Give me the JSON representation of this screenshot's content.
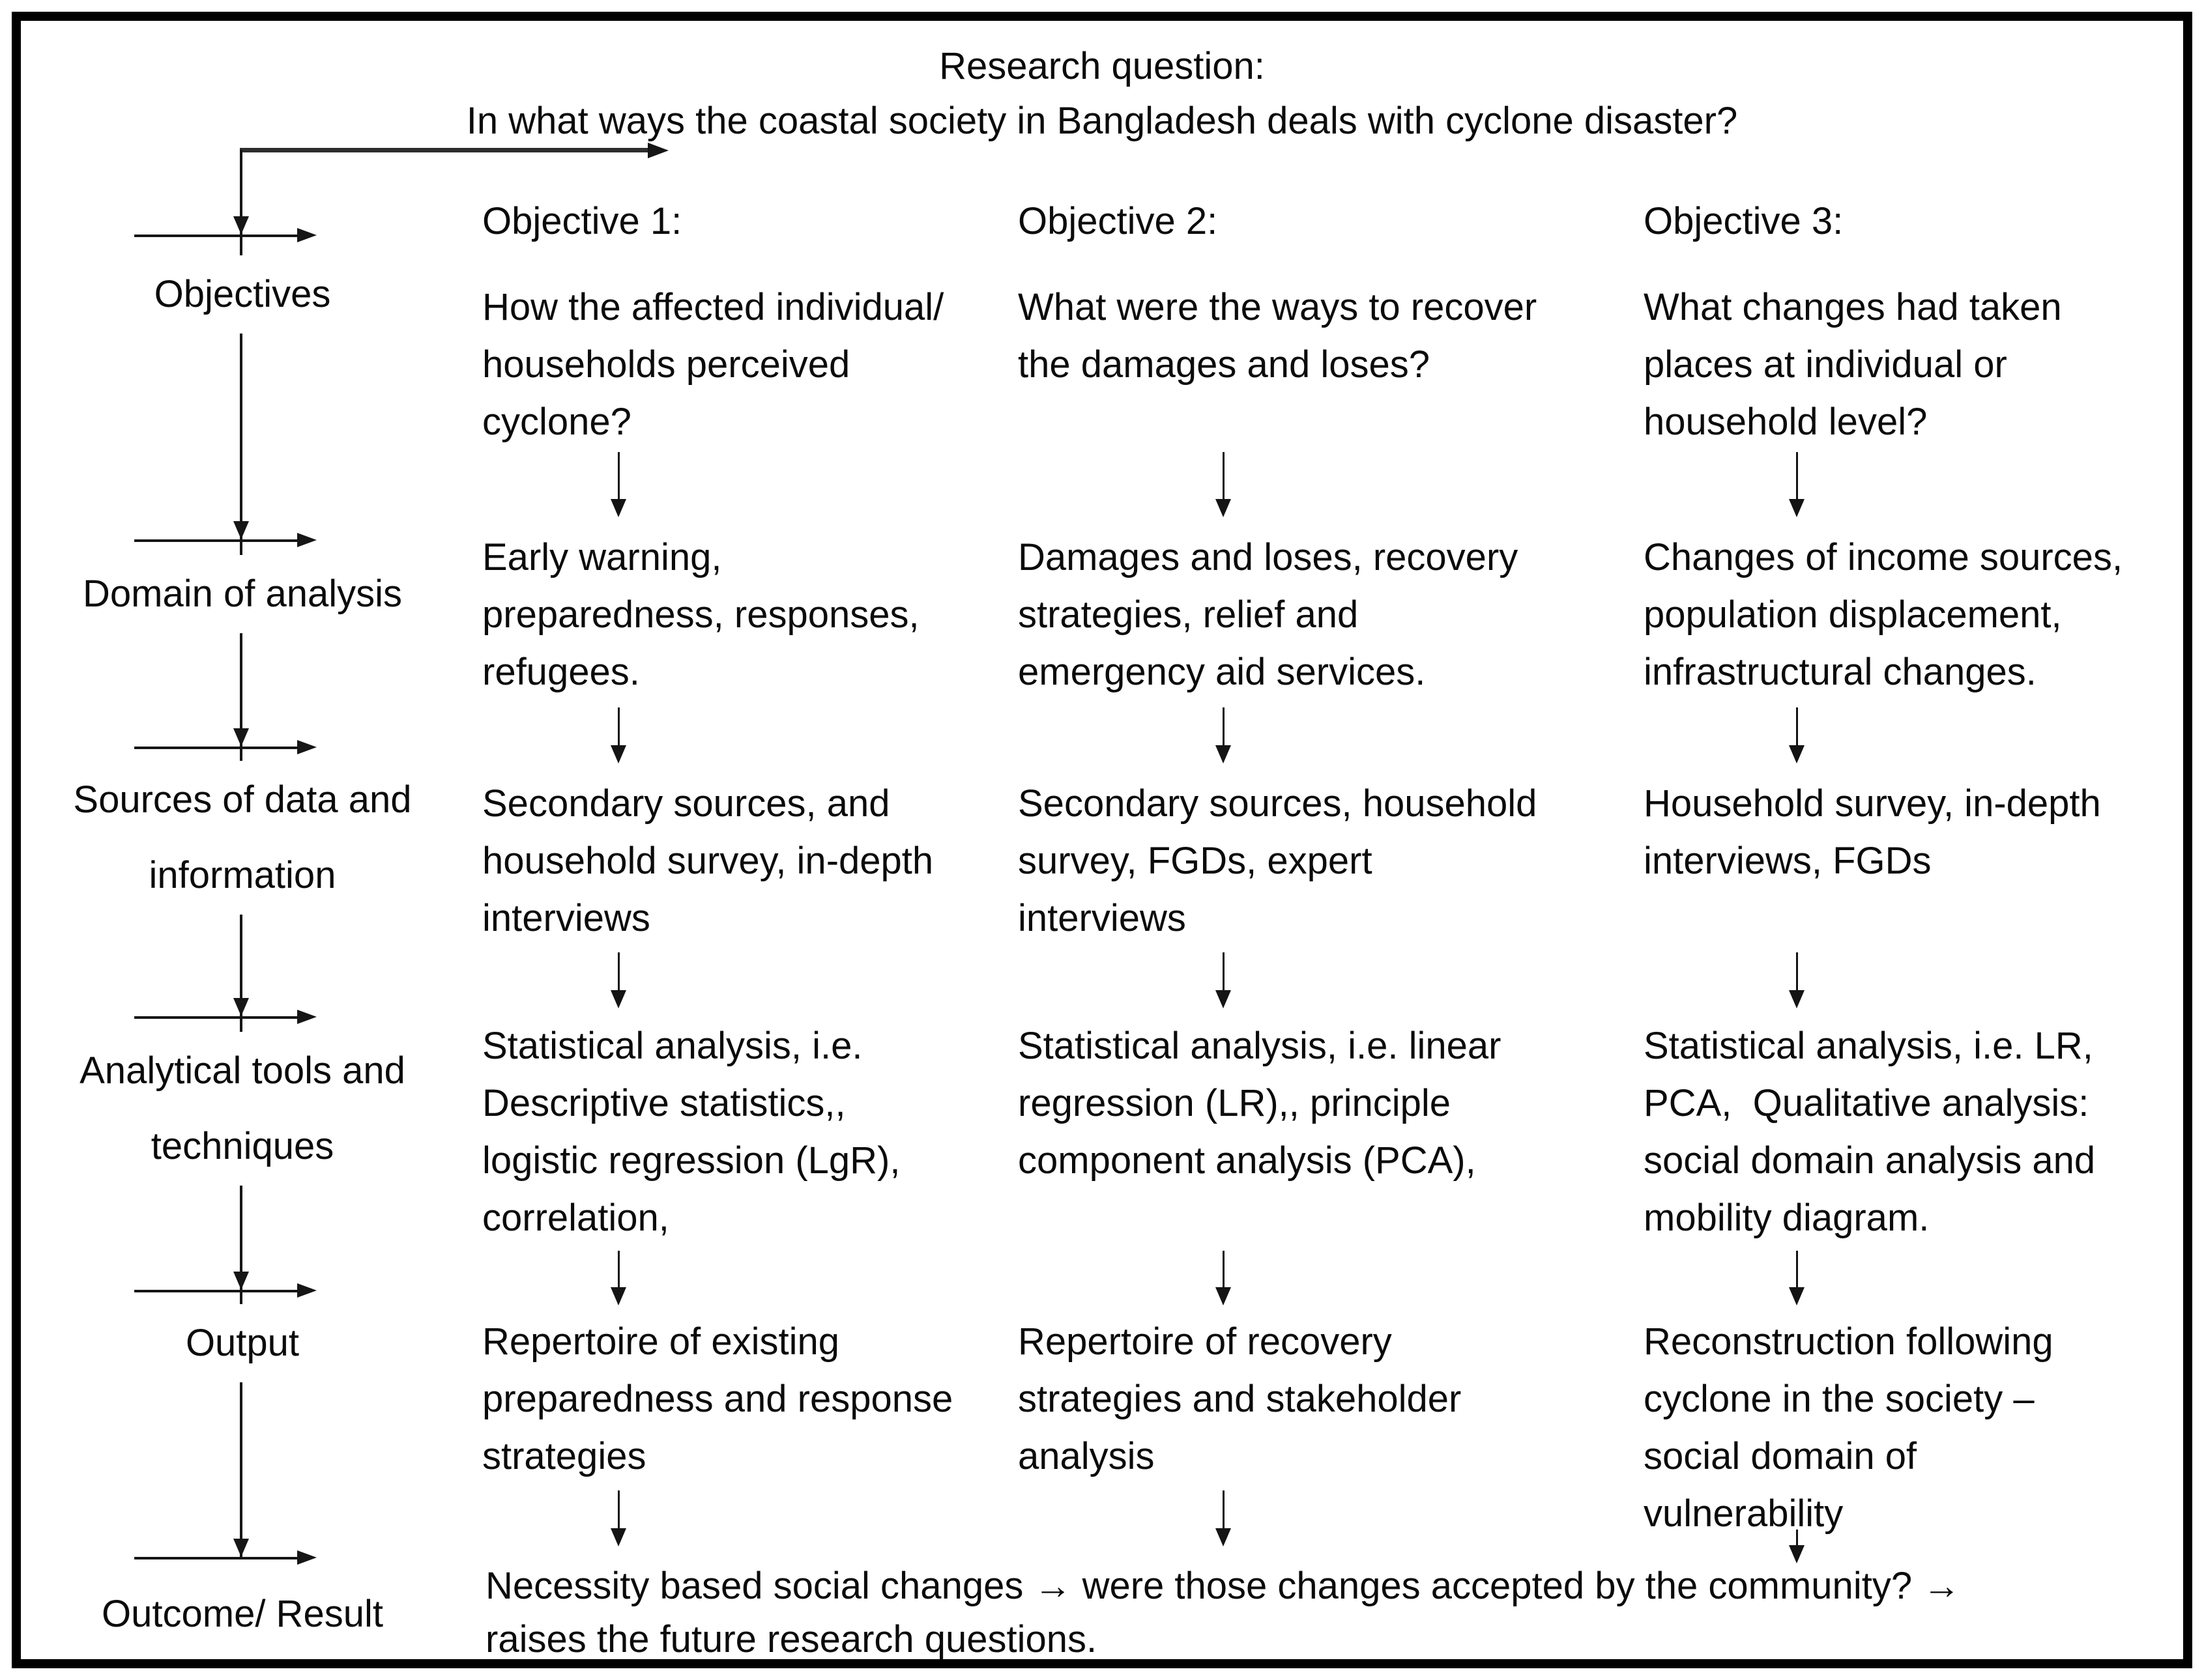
{
  "title": {
    "line1": "Research question:",
    "line2": "In what ways the coastal society in Bangladesh deals with cyclone disaster?"
  },
  "row_labels": [
    {
      "label": "Objectives"
    },
    {
      "label": "Domain of analysis"
    },
    {
      "label": "Sources of data and\ninformation"
    },
    {
      "label": "Analytical tools and\ntechniques"
    },
    {
      "label": "Output"
    },
    {
      "label": "Outcome/ Result"
    }
  ],
  "columns": [
    {
      "header": "Objective 1:",
      "question": "How the affected individual/\nhouseholds perceived\ncyclone?",
      "domain": "Early warning,\npreparedness, responses,\nrefugees.",
      "sources": "Secondary sources, and\nhousehold survey, in-depth\ninterviews",
      "analytical": "Statistical analysis, i.e.\nDescriptive statistics,,\nlogistic regression (LgR),\ncorrelation,",
      "output": "Repertoire of existing\npreparedness and response\nstrategies"
    },
    {
      "header": "Objective 2:",
      "question": "What were the ways to recover\nthe damages and loses?",
      "domain": "Damages and loses, recovery\nstrategies, relief and\nemergency aid services.",
      "sources": "Secondary sources, household\nsurvey, FGDs, expert\ninterviews",
      "analytical": "Statistical analysis, i.e. linear\nregression (LR),, principle\ncomponent analysis (PCA),",
      "output": "Repertoire of recovery\nstrategies and stakeholder\nanalysis"
    },
    {
      "header": "Objective 3:",
      "question": "What changes had taken\nplaces at individual or\nhousehold level?",
      "domain": "Changes of income sources,\npopulation displacement,\ninfrastructural changes.",
      "sources": "Household survey, in-depth\ninterviews, FGDs",
      "analytical": "Statistical analysis, i.e. LR,\nPCA,  Qualitative analysis:\nsocial domain analysis and\nmobility diagram.",
      "output": "Reconstruction following\ncyclone in the society –\nsocial domain of\nvulnerability"
    }
  ],
  "outcome": {
    "text": "Necessity based social changes → were those changes accepted by the community? →\nraises the future research questions."
  },
  "colors": {
    "line": "#161616",
    "text": "#0b0b0b",
    "background": "#ffffff"
  }
}
